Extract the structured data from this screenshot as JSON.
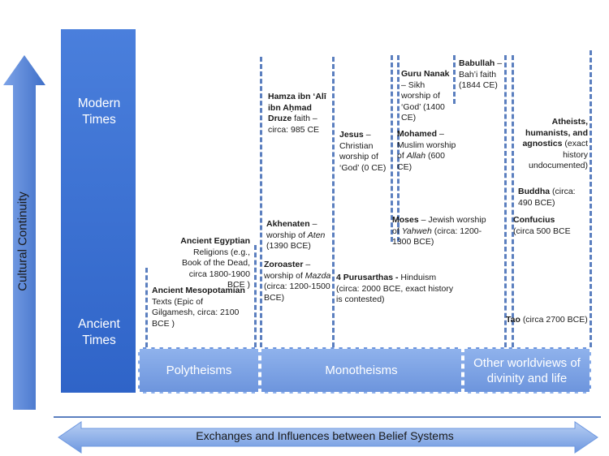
{
  "axis": {
    "vertical_label": "Cultural Continuity",
    "bottom_arrow_label": "Exchanges and Influences between Belief Systems"
  },
  "eras": {
    "modern": "Modern Times",
    "ancient": "Ancient Times"
  },
  "categories": {
    "polytheisms": "Polytheisms",
    "monotheisms": "Monotheisms",
    "other": "Other worldviews of divinity and life"
  },
  "entries": {
    "mesopotamian": {
      "title": "Ancient Mesopotamian",
      "rest": "Texts (Epic of Gilgamesh, circa: 2100 BCE )"
    },
    "egyptian": {
      "title": "Ancient Egyptian",
      "rest": "Religions (e.g., Book of the Dead, circa 1800-1900 BCE )"
    },
    "druze_hamza": {
      "title": "Hamza ibn ‘Alī ibn Aḥmad",
      "title2": "Druze",
      "rest": "faith – circa: 985 CE"
    },
    "akhenaten": {
      "title": "Akhenaten",
      "rest1": "– worship of",
      "deity": "Aten",
      "rest2": "(1390 BCE)"
    },
    "zoroaster": {
      "title": "Zoroaster",
      "rest1": "– worship of",
      "deity": "Mazda",
      "rest2": "(circa: 1200-1500 BCE)"
    },
    "jesus": {
      "title": "Jesus",
      "rest": "– Christian worship of ‘God’ (0 CE)"
    },
    "purusarthas": {
      "title": "4 Purusarthas -",
      "rest": "Hinduism (circa: 2000 BCE, exact history is contested)"
    },
    "guru_nanak": {
      "title": "Guru Nanak",
      "rest": "– Sikh worship of ‘God’ (1400 CE)"
    },
    "mohamed": {
      "title": "Mohamed",
      "rest1": "– Muslim worship of",
      "deity": "Allah",
      "rest2": "(600 CE)"
    },
    "moses": {
      "title": "Moses",
      "rest1": "– Jewish worship of",
      "deity": "Yahweh",
      "rest2": "(circa: 1200-1300 BCE)"
    },
    "babullah": {
      "title": "Babullah",
      "rest": "– Bah’i faith (1844 CE)"
    },
    "atheists": {
      "title": "Atheists, humanists, and agnostics",
      "rest": "(exact history undocumented)"
    },
    "buddha": {
      "title": "Buddha",
      "rest": "(circa: 490 BCE)"
    },
    "confucius": {
      "title": "Confucius",
      "rest": "(circa 500 BCE"
    },
    "tao": {
      "title": "Tao",
      "rest": "(circa 2700 BCE)"
    }
  },
  "colors": {
    "arrow_blue": "#4f7fcf",
    "panel_blue": "#5b8ae0",
    "line_blue": "#5b7fbf"
  }
}
